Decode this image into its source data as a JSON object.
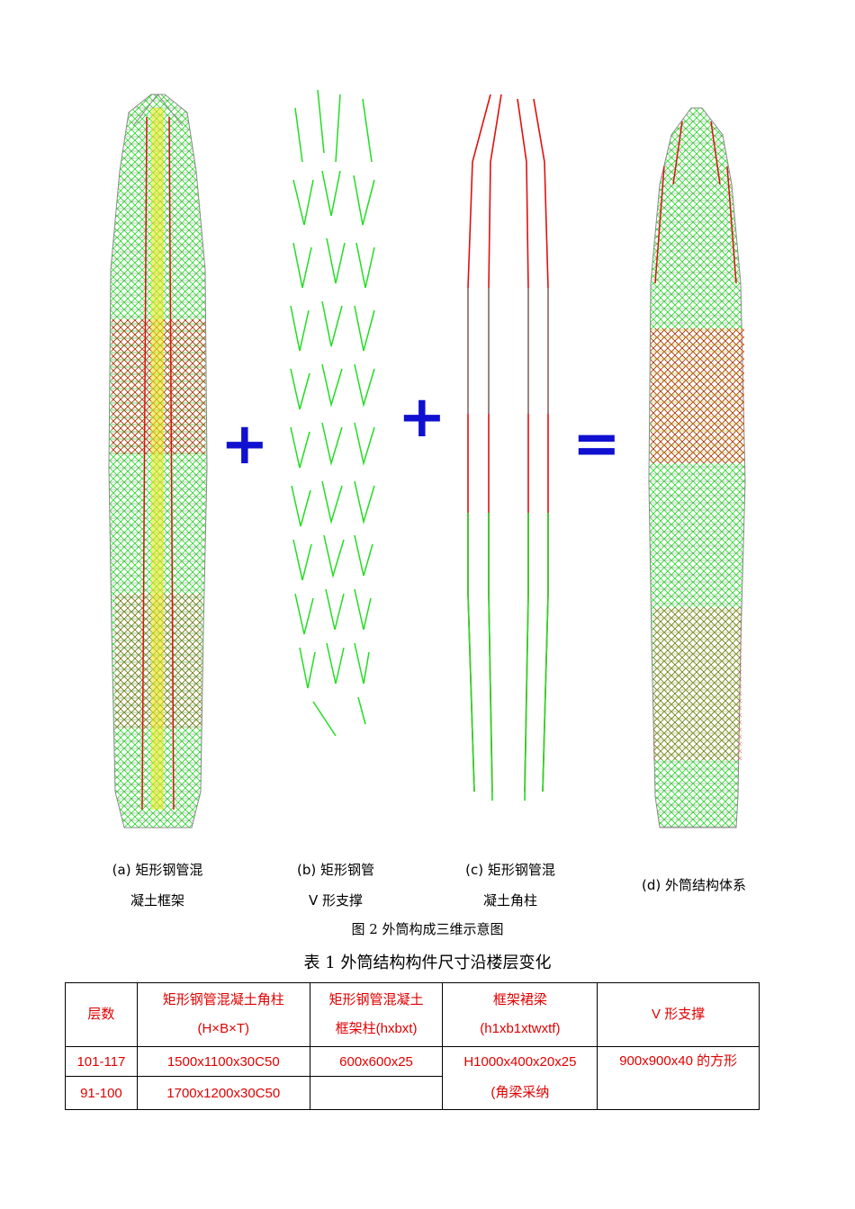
{
  "figure": {
    "operators": {
      "plus": "+",
      "equals": "="
    },
    "panels": [
      {
        "label": "(a) 矩形钢管混",
        "label2": "凝土框架"
      },
      {
        "label": "(b) 矩形钢管",
        "label2": "V 形支撑"
      },
      {
        "label": "(c) 矩形钢管混",
        "label2": "凝土角柱"
      },
      {
        "label": "(d) 外筒结构体系",
        "label2": ""
      }
    ],
    "caption": "图 2 外筒构成三维示意图",
    "colors": {
      "frame_green": "#22dd22",
      "frame_red": "#e01010",
      "frame_gray": "#8a8a8a",
      "frame_yellow": "#e8e820",
      "operator_blue": "#1010d0"
    }
  },
  "table": {
    "title": "表 1 外筒结构构件尺寸沿楼层变化",
    "headers": [
      {
        "line1": "层数",
        "line2": ""
      },
      {
        "line1": "矩形钢管混凝土角柱",
        "line2": "(H×B×T)"
      },
      {
        "line1": "矩形钢管混凝土",
        "line2": "框架柱(hxbxt)"
      },
      {
        "line1": "框架裙梁",
        "line2": "(h1xb1xtwxtf)"
      },
      {
        "line1": "V 形支撑",
        "line2": ""
      }
    ],
    "rows": [
      {
        "floors": "101-117",
        "corner_column": "1500x1100x30C50",
        "frame_column": "600x600x25",
        "beam": "H1000x400x20x25",
        "brace": "900x900x40 的方形"
      },
      {
        "floors": "91-100",
        "corner_column": "1700x1200x30C50",
        "frame_column": "",
        "beam": "(角梁采纳",
        "brace": ""
      }
    ]
  }
}
